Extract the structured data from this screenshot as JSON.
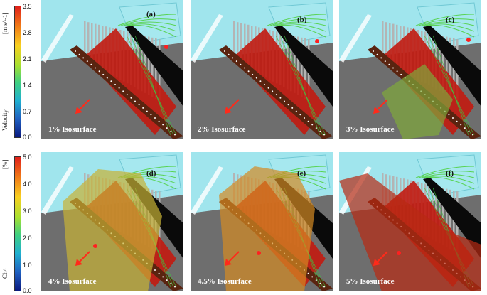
{
  "velocity_bar": {
    "title": "Velocity",
    "unit": "[m s^-1]",
    "ticks": [
      "3.5",
      "2.8",
      "2.1",
      "1.4",
      "0.7",
      "0.0"
    ]
  },
  "ch4_bar": {
    "title": "Ch4",
    "unit": "[%]",
    "ticks": [
      "5.0",
      "4.0",
      "3.0",
      "2.0",
      "1.0",
      "0.0"
    ]
  },
  "panels": [
    {
      "tag": "(a)",
      "caption": "1% Isosurface",
      "iso_color": "none"
    },
    {
      "tag": "(b)",
      "caption": "2% Isosurface",
      "iso_color": "none"
    },
    {
      "tag": "(c)",
      "caption": "3% Isosurface",
      "iso_color": "#7fa83a"
    },
    {
      "tag": "(d)",
      "caption": "4% Isosurface",
      "iso_color": "#c8b234"
    },
    {
      "tag": "(e)",
      "caption": "4.5% Isosurface",
      "iso_color": "#d48a22"
    },
    {
      "tag": "(f)",
      "caption": "5% Isosurface",
      "iso_color": "#b82a12"
    }
  ],
  "colors": {
    "sky": "#8fe0ea",
    "ground": "#6e6e6e",
    "screen": "#0a0a0a",
    "conveyor": "#5a2410",
    "shields": "#c21a10",
    "arrow": "#ff2a1a",
    "sphere": "#ff2020"
  }
}
